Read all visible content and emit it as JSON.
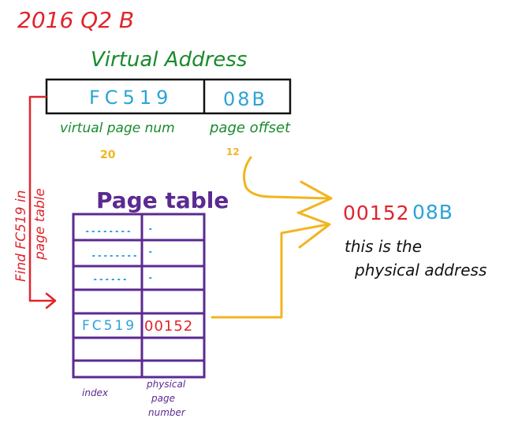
{
  "heading": "2016 Q2 B",
  "virtual_address": {
    "title": "Virtual Address",
    "page_number_value": "FC519",
    "offset_value": "08B",
    "page_number_label": "virtual page num",
    "offset_label": "page offset",
    "page_number_bits": "20",
    "offset_bits": "12"
  },
  "side_note": [
    "Find FC519 in",
    "page table"
  ],
  "page_table": {
    "title": "Page table",
    "highlight_index": "FC519",
    "highlight_ppn": "00152",
    "index_label": "index",
    "ppn_label": [
      "physical",
      "page",
      "number"
    ]
  },
  "result": {
    "ppn": "00152",
    "offset": "08B",
    "note": [
      "this is the",
      "physical address"
    ]
  },
  "colors": {
    "red": "#e0242c",
    "green": "#1a8a2c",
    "blue": "#2ba3d6",
    "purple": "#5b2a91",
    "orange": "#f2b51f",
    "black": "#111111"
  }
}
